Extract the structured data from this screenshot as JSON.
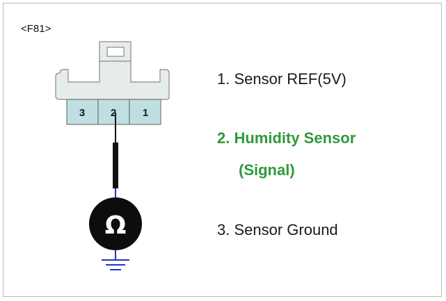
{
  "connector": {
    "label": "<F81>",
    "pins": [
      "3",
      "2",
      "1"
    ]
  },
  "meter": {
    "symbol": "Ω"
  },
  "legend": {
    "item1": "1. Sensor REF(5V)",
    "item2_line1": "2. Humidity Sensor",
    "item2_line2": "(Signal)",
    "item3": "3. Sensor Ground"
  },
  "colors": {
    "highlight": "#2e9a3a",
    "connector_body": "#e6ecec",
    "pin_fill": "#bfdfe2",
    "wire": "#111111",
    "ground": "#2233cc"
  }
}
